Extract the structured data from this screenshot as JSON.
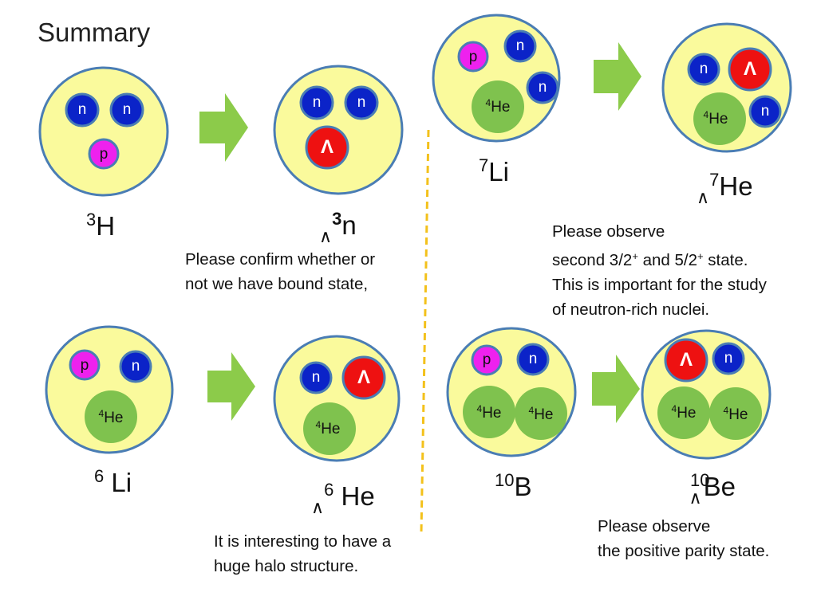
{
  "title": "Summary",
  "colors": {
    "nucleus_fill": "#fafa9c",
    "nucleus_stroke": "#4a7db4",
    "neutron_fill": "#0b23c8",
    "proton_fill": "#ee21ee",
    "lambda_fill": "#ee1111",
    "alpha_fill": "#7fc24e",
    "arrow_fill": "#8ccb4a",
    "divider": "#f3c11b"
  },
  "particles": {
    "neutron": "n",
    "proton": "p",
    "lambda": "Λ",
    "alpha_mass": "4",
    "alpha_symbol": "He"
  },
  "labels": {
    "h3": {
      "mass": "3",
      "symbol": "H"
    },
    "ln3": {
      "hyper": "∧",
      "mass": "3",
      "symbol": "n"
    },
    "li7": {
      "mass": "7",
      "symbol": "Li"
    },
    "lhe7": {
      "hyper": "∧",
      "mass": "7",
      "symbol": "He"
    },
    "li6": {
      "mass": "6",
      "symbol": "Li"
    },
    "lhe6": {
      "hyper": "∧",
      "mass": "6",
      "symbol": "He"
    },
    "b10": {
      "mass": "10",
      "symbol": "B"
    },
    "lbe10": {
      "hyper": "∧",
      "mass": "10",
      "symbol": "Be"
    }
  },
  "notes": {
    "ln3": {
      "line1": "Please confirm whether or",
      "line2": "not we have bound state,"
    },
    "lhe7": {
      "line1": "Please observe",
      "line2_a": "second 3/2",
      "line2_sup1": "+",
      "line2_b": " and 5/2",
      "line2_sup2": "+",
      "line2_c": " state.",
      "line3": "This is important for the study",
      "line4": "of neutron-rich nuclei."
    },
    "lhe6": {
      "line1": "It is interesting to have a",
      "line2": "huge halo structure."
    },
    "lbe10": {
      "line1": "Please observe",
      "line2": "the positive parity state."
    }
  }
}
